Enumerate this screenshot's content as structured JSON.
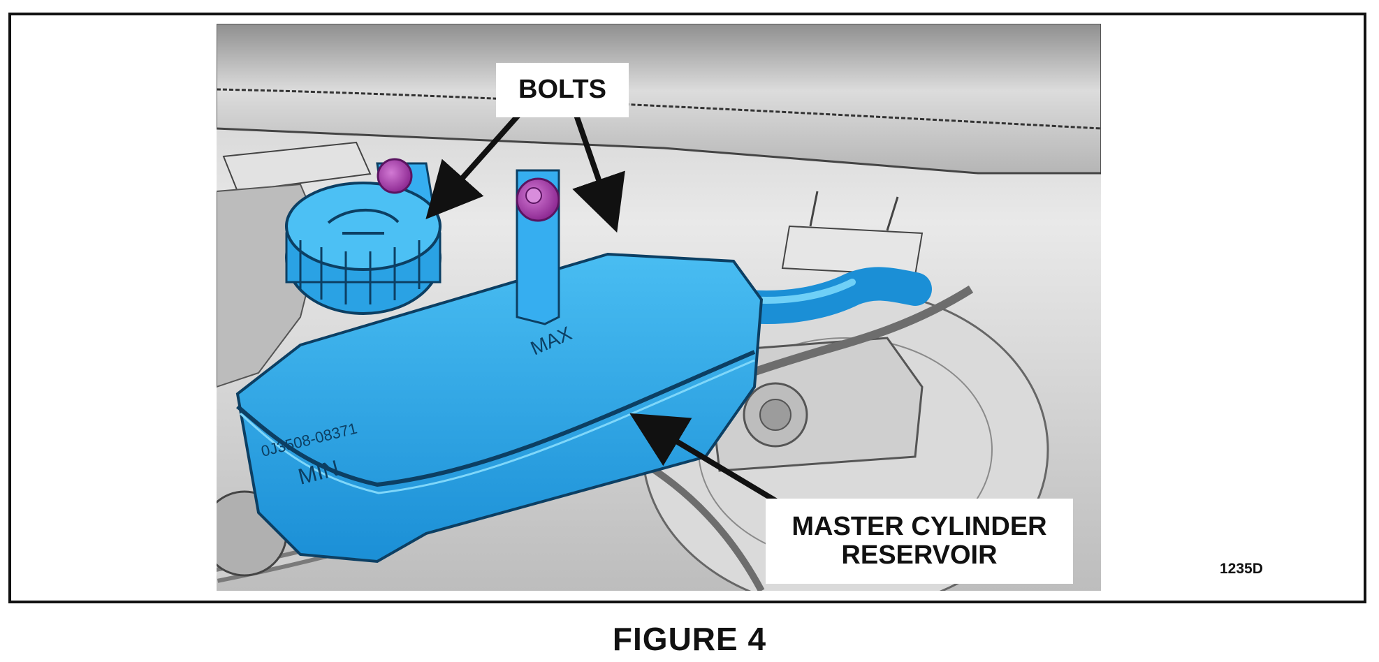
{
  "labels": {
    "bolts": "BOLTS",
    "master_cylinder_line1": "MASTER CYLINDER",
    "master_cylinder_line2": "RESERVOIR"
  },
  "figure_id": "1235D",
  "caption": "FIGURE 4",
  "reservoir_markings": {
    "part_number": "0J3508-08371",
    "min": "MIN",
    "max": "MAX"
  },
  "colors": {
    "reservoir": "#27a4e6",
    "bolts": "#b63fb9",
    "frame": "#111111",
    "engine_bay": "#d4d4d4"
  }
}
